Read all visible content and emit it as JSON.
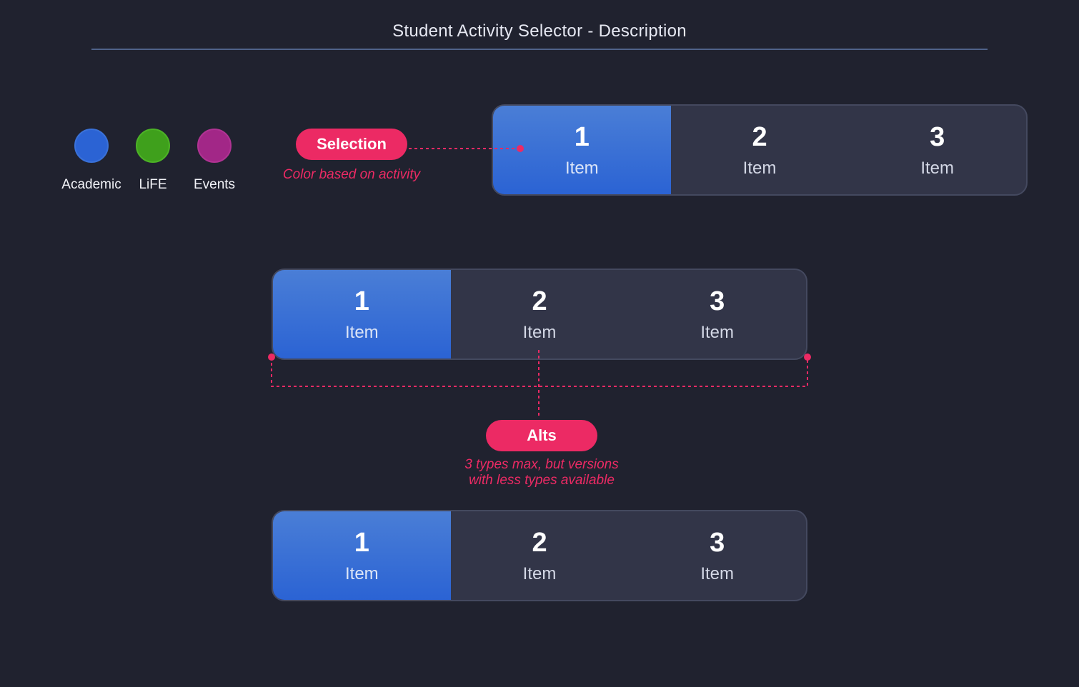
{
  "title": "Student Activity Selector - Description",
  "accent_color": "#ec2a64",
  "activities": [
    {
      "label": "Academic",
      "color": "#2b63d4"
    },
    {
      "label": "LiFE",
      "color": "#3fa01c"
    },
    {
      "label": "Events",
      "color": "#a22787"
    }
  ],
  "selection_callout": {
    "label": "Selection",
    "note": "Color based on activity"
  },
  "alts_callout": {
    "label": "Alts",
    "note_line1": "3 types max, but versions",
    "note_line2": "with less types available"
  },
  "selectors": [
    {
      "items": [
        {
          "num": "1",
          "label": "Item"
        },
        {
          "num": "2",
          "label": "Item"
        },
        {
          "num": "3",
          "label": "Item"
        }
      ],
      "selected": 0
    },
    {
      "items": [
        {
          "num": "1",
          "label": "Item"
        },
        {
          "num": "2",
          "label": "Item"
        },
        {
          "num": "3",
          "label": "Item"
        }
      ],
      "selected": 0
    },
    {
      "items": [
        {
          "num": "1",
          "label": "Item"
        },
        {
          "num": "2",
          "label": "Item"
        },
        {
          "num": "3",
          "label": "Item"
        }
      ],
      "selected": 0
    }
  ]
}
